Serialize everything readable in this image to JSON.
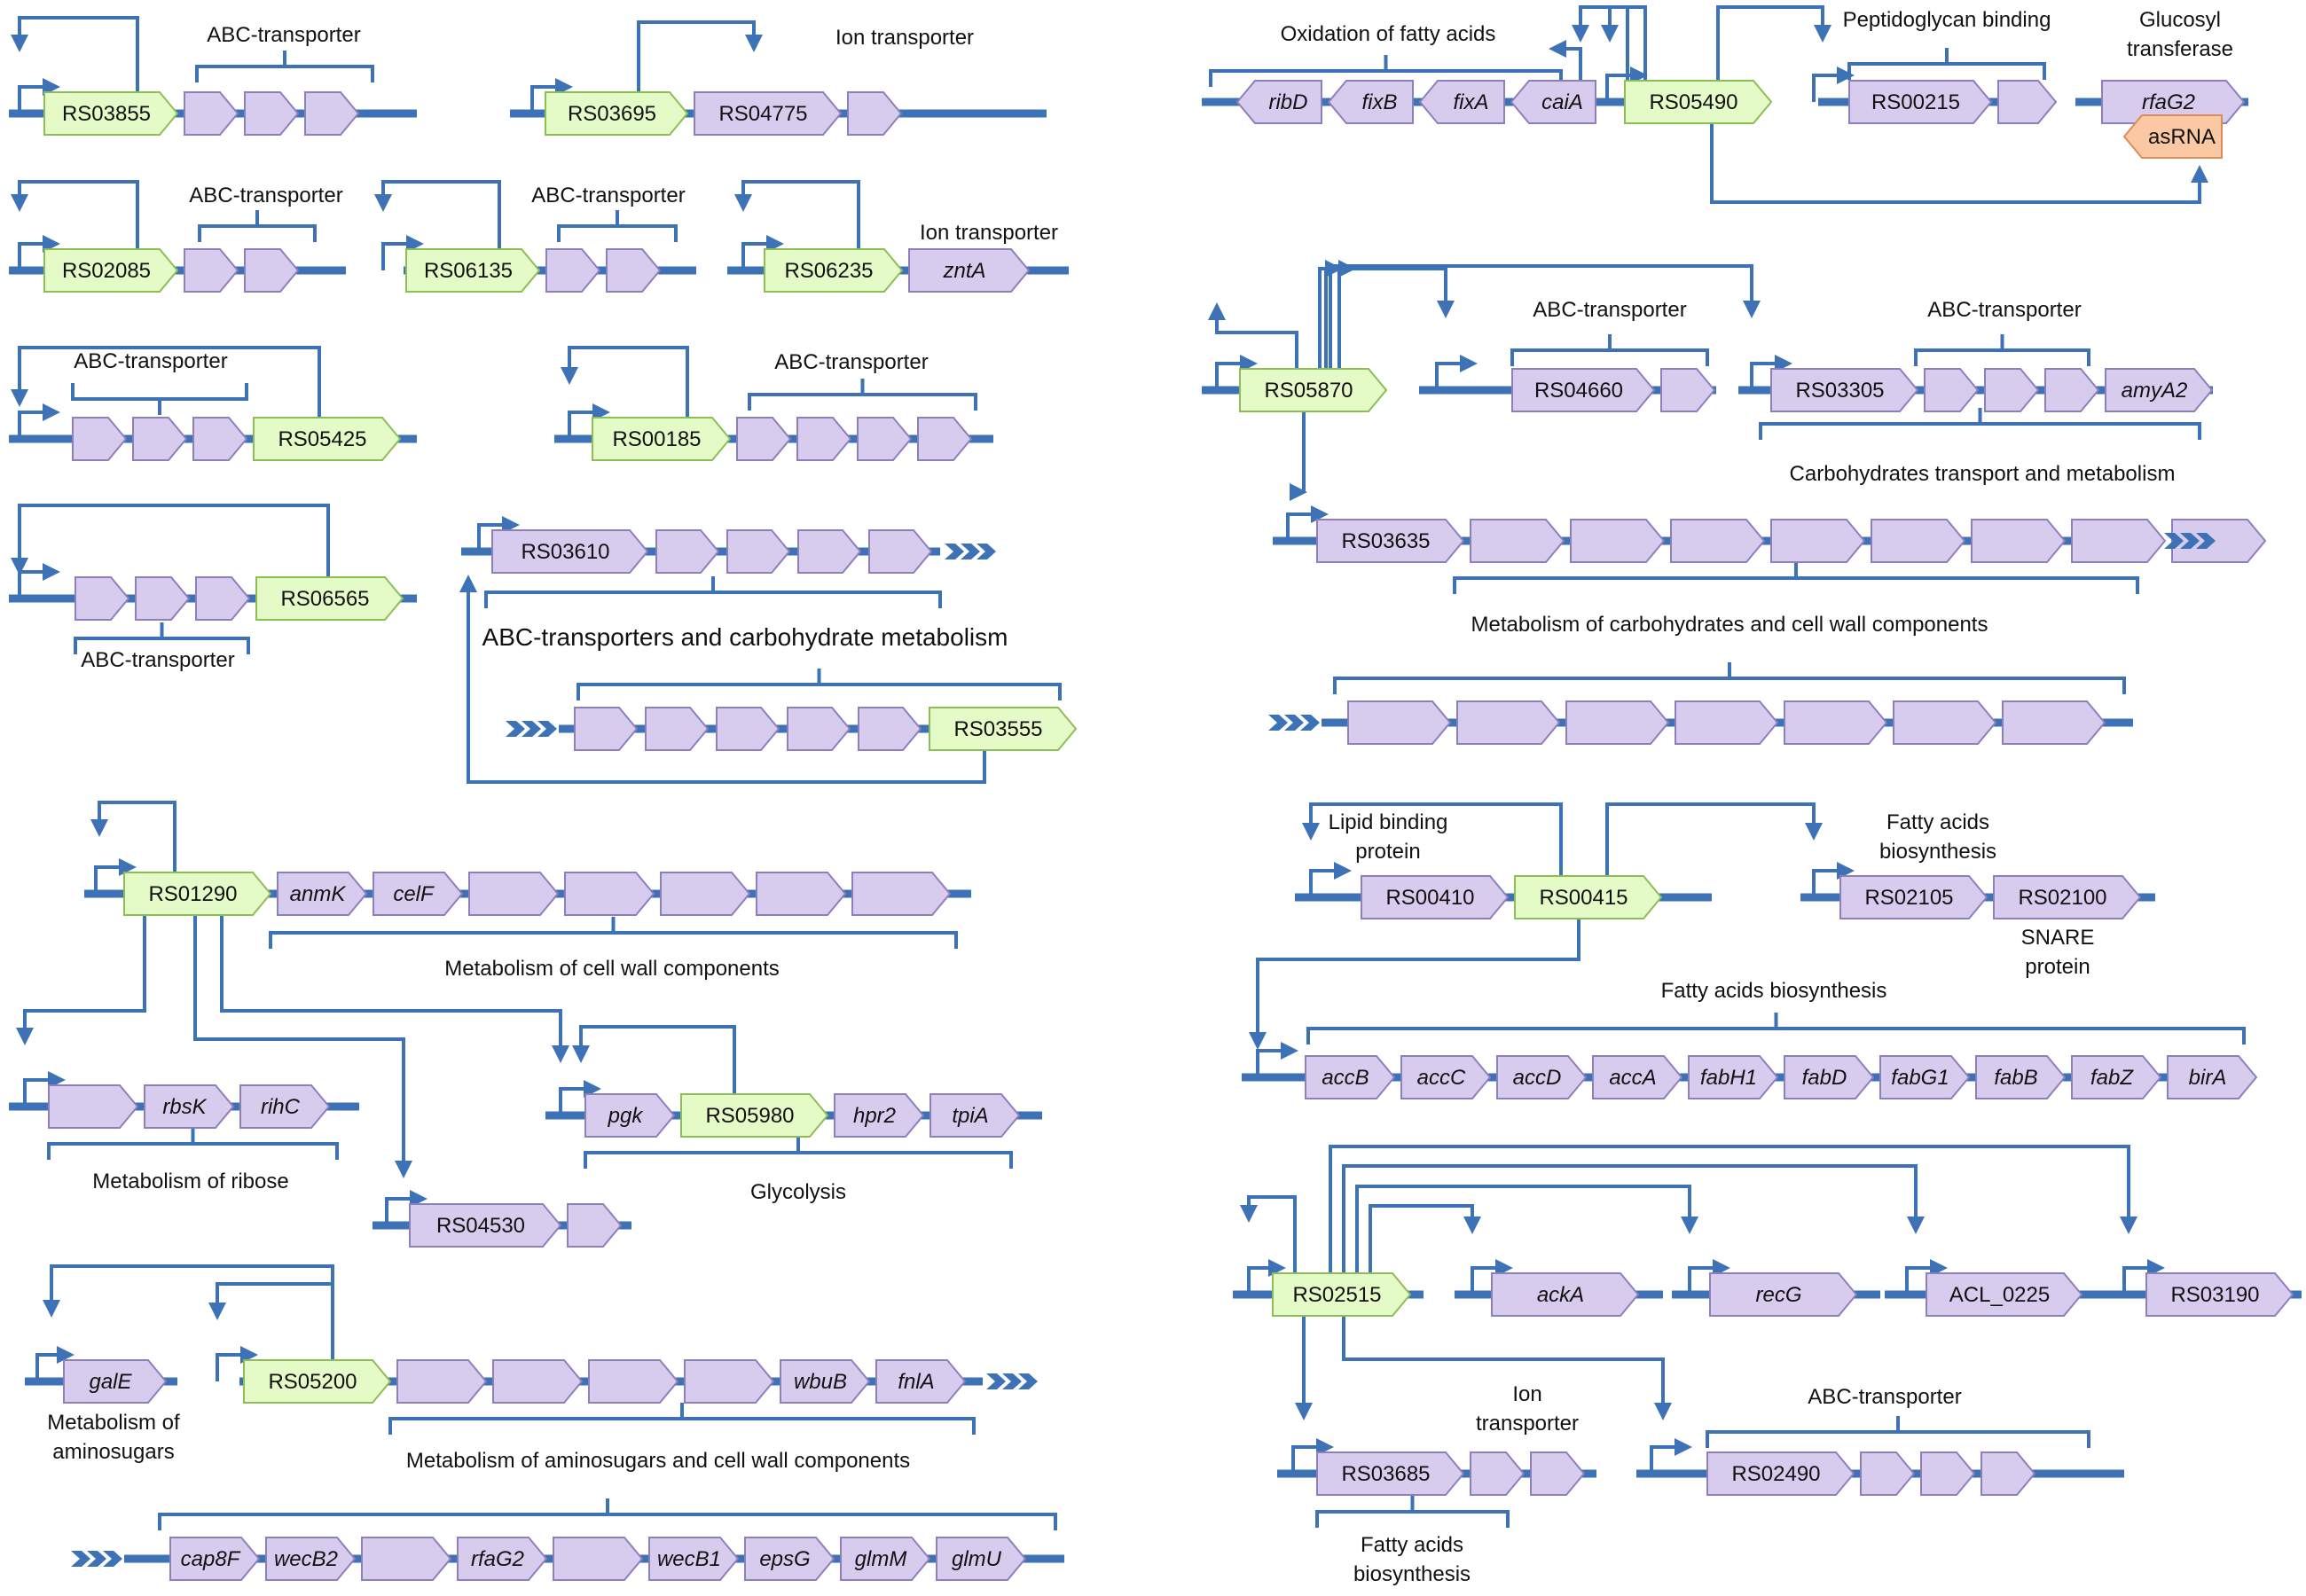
{
  "colors": {
    "line": "#3d72b6",
    "reg_fill": "#e5fbc7",
    "reg_stroke": "#8dbd55",
    "gene_fill": "#d7cbee",
    "gene_stroke": "#8d7fba",
    "rna_fill": "#fbc8a4",
    "rna_stroke": "#d98e57",
    "text": "#111111"
  },
  "modules": [
    {
      "id": "m-rs03855",
      "genes": [
        {
          "label": "RS03855",
          "type": "regulator"
        },
        {
          "label": "",
          "type": "gene"
        },
        {
          "label": "",
          "type": "gene"
        },
        {
          "label": "",
          "type": "gene"
        }
      ],
      "labels": [
        "ABC-transporter"
      ]
    },
    {
      "id": "m-rs03695",
      "genes": [
        {
          "label": "RS03695",
          "type": "regulator"
        },
        {
          "label": "RS04775",
          "type": "gene"
        },
        {
          "label": "",
          "type": "gene"
        }
      ],
      "labels": [
        "Ion transporter"
      ]
    },
    {
      "id": "m-rs02085",
      "genes": [
        {
          "label": "RS02085",
          "type": "regulator"
        },
        {
          "label": "",
          "type": "gene"
        },
        {
          "label": "",
          "type": "gene"
        }
      ],
      "labels": [
        "ABC-transporter"
      ]
    },
    {
      "id": "m-rs06135",
      "genes": [
        {
          "label": "RS06135",
          "type": "regulator"
        },
        {
          "label": "",
          "type": "gene"
        },
        {
          "label": "",
          "type": "gene"
        }
      ],
      "labels": [
        "ABC-transporter"
      ]
    },
    {
      "id": "m-rs06235",
      "genes": [
        {
          "label": "RS06235",
          "type": "regulator"
        },
        {
          "label": "zntA",
          "type": "gene"
        }
      ],
      "labels": [
        "Ion transporter"
      ]
    },
    {
      "id": "m-rs05425",
      "genes": [
        {
          "label": "",
          "type": "gene"
        },
        {
          "label": "",
          "type": "gene"
        },
        {
          "label": "",
          "type": "gene"
        },
        {
          "label": "RS05425",
          "type": "regulator"
        }
      ],
      "labels": [
        "ABC-transporter"
      ]
    },
    {
      "id": "m-rs00185",
      "genes": [
        {
          "label": "RS00185",
          "type": "regulator"
        },
        {
          "label": "",
          "type": "gene"
        },
        {
          "label": "",
          "type": "gene"
        },
        {
          "label": "",
          "type": "gene"
        },
        {
          "label": "",
          "type": "gene"
        }
      ],
      "labels": [
        "ABC-transporter"
      ]
    },
    {
      "id": "m-rs06565",
      "genes": [
        {
          "label": "",
          "type": "gene"
        },
        {
          "label": "",
          "type": "gene"
        },
        {
          "label": "",
          "type": "gene"
        },
        {
          "label": "RS06565",
          "type": "regulator"
        }
      ],
      "labels": [
        "ABC-transporter"
      ]
    },
    {
      "id": "m-rs03555",
      "genes": [
        {
          "label": "RS03610",
          "type": "gene"
        },
        {
          "label": "",
          "type": "gene"
        },
        {
          "label": "",
          "type": "gene"
        },
        {
          "label": "",
          "type": "gene"
        },
        {
          "label": "",
          "type": "gene"
        },
        {
          "label": "",
          "type": "gene"
        },
        {
          "label": "",
          "type": "gene"
        },
        {
          "label": "",
          "type": "gene"
        },
        {
          "label": "",
          "type": "gene"
        },
        {
          "label": "",
          "type": "gene"
        },
        {
          "label": "RS03555",
          "type": "regulator"
        }
      ],
      "labels": [
        "ABC-transporters and carbohydrate metabolism"
      ]
    },
    {
      "id": "m-rs01290",
      "genes": [
        {
          "label": "RS01290",
          "type": "regulator"
        },
        {
          "label": "anmK",
          "type": "gene"
        },
        {
          "label": "celF",
          "type": "gene"
        },
        {
          "label": "",
          "type": "gene"
        },
        {
          "label": "",
          "type": "gene"
        },
        {
          "label": "",
          "type": "gene"
        },
        {
          "label": "",
          "type": "gene"
        },
        {
          "label": "",
          "type": "gene"
        },
        {
          "label": "",
          "type": "gene"
        },
        {
          "label": "rbsK",
          "type": "gene"
        },
        {
          "label": "rihC",
          "type": "gene"
        },
        {
          "label": "RS04530",
          "type": "gene"
        },
        {
          "label": "",
          "type": "gene"
        },
        {
          "label": "pgk",
          "type": "gene"
        },
        {
          "label": "RS05980",
          "type": "regulator"
        },
        {
          "label": "hpr2",
          "type": "gene"
        },
        {
          "label": "tpiA",
          "type": "gene"
        }
      ],
      "labels": [
        "Metabolism of cell wall components",
        "Metabolism of ribose",
        "Glycolysis"
      ]
    },
    {
      "id": "m-rs05200",
      "genes": [
        {
          "label": "galE",
          "type": "gene"
        },
        {
          "label": "RS05200",
          "type": "regulator"
        },
        {
          "label": "",
          "type": "gene"
        },
        {
          "label": "",
          "type": "gene"
        },
        {
          "label": "",
          "type": "gene"
        },
        {
          "label": "",
          "type": "gene"
        },
        {
          "label": "wbuB",
          "type": "gene"
        },
        {
          "label": "fnlA",
          "type": "gene"
        },
        {
          "label": "cap8F",
          "type": "gene"
        },
        {
          "label": "wecB2",
          "type": "gene"
        },
        {
          "label": "",
          "type": "gene"
        },
        {
          "label": "rfaG2",
          "type": "gene"
        },
        {
          "label": "",
          "type": "gene"
        },
        {
          "label": "wecB1",
          "type": "gene"
        },
        {
          "label": "epsG",
          "type": "gene"
        },
        {
          "label": "glmM",
          "type": "gene"
        },
        {
          "label": "glmU",
          "type": "gene"
        }
      ],
      "labels": [
        "Metabolism of aminosugars",
        "Metabolism of aminosugars and cell wall components"
      ]
    },
    {
      "id": "m-rs05490",
      "genes": [
        {
          "label": "ribD",
          "type": "gene"
        },
        {
          "label": "fixB",
          "type": "gene"
        },
        {
          "label": "fixA",
          "type": "gene"
        },
        {
          "label": "caiA",
          "type": "gene"
        },
        {
          "label": "RS05490",
          "type": "regulator"
        },
        {
          "label": "RS00215",
          "type": "gene"
        },
        {
          "label": "",
          "type": "gene"
        },
        {
          "label": "rfaG2",
          "type": "gene"
        },
        {
          "label": "asRNA",
          "type": "rna"
        }
      ],
      "labels": [
        "Oxidation of fatty acids",
        "Peptidoglycan binding",
        "Glucosyl transferase"
      ]
    },
    {
      "id": "m-rs05870",
      "genes": [
        {
          "label": "RS05870",
          "type": "regulator"
        },
        {
          "label": "RS04660",
          "type": "gene"
        },
        {
          "label": "",
          "type": "gene"
        },
        {
          "label": "RS03305",
          "type": "gene"
        },
        {
          "label": "",
          "type": "gene"
        },
        {
          "label": "",
          "type": "gene"
        },
        {
          "label": "",
          "type": "gene"
        },
        {
          "label": "amyA2",
          "type": "gene"
        },
        {
          "label": "RS03635",
          "type": "gene"
        },
        {
          "label": "",
          "type": "gene"
        },
        {
          "label": "",
          "type": "gene"
        },
        {
          "label": "",
          "type": "gene"
        },
        {
          "label": "",
          "type": "gene"
        },
        {
          "label": "",
          "type": "gene"
        },
        {
          "label": "",
          "type": "gene"
        },
        {
          "label": "",
          "type": "gene"
        },
        {
          "label": "",
          "type": "gene"
        },
        {
          "label": "",
          "type": "gene"
        },
        {
          "label": "",
          "type": "gene"
        },
        {
          "label": "",
          "type": "gene"
        },
        {
          "label": "",
          "type": "gene"
        },
        {
          "label": "",
          "type": "gene"
        },
        {
          "label": "",
          "type": "gene"
        },
        {
          "label": "",
          "type": "gene"
        }
      ],
      "labels": [
        "ABC-transporter",
        "ABC-transporter",
        "Carbohydrates transport and metabolism",
        "Metabolism of carbohydrates and cell wall components"
      ]
    },
    {
      "id": "m-rs00415",
      "genes": [
        {
          "label": "RS00410",
          "type": "gene"
        },
        {
          "label": "RS00415",
          "type": "regulator"
        },
        {
          "label": "RS02105",
          "type": "gene"
        },
        {
          "label": "RS02100",
          "type": "gene"
        },
        {
          "label": "accB",
          "type": "gene"
        },
        {
          "label": "accC",
          "type": "gene"
        },
        {
          "label": "accD",
          "type": "gene"
        },
        {
          "label": "accA",
          "type": "gene"
        },
        {
          "label": "fabH1",
          "type": "gene"
        },
        {
          "label": "fabD",
          "type": "gene"
        },
        {
          "label": "fabG1",
          "type": "gene"
        },
        {
          "label": "fabB",
          "type": "gene"
        },
        {
          "label": "fabZ",
          "type": "gene"
        },
        {
          "label": "birA",
          "type": "gene"
        }
      ],
      "labels": [
        "Lipid binding protein",
        "Fatty acids biosynthesis",
        "SNARE protein",
        "Fatty acids biosynthesis"
      ]
    },
    {
      "id": "m-rs02515",
      "genes": [
        {
          "label": "RS02515",
          "type": "regulator"
        },
        {
          "label": "ackA",
          "type": "gene"
        },
        {
          "label": "recG",
          "type": "gene"
        },
        {
          "label": "ACL_0225",
          "type": "gene"
        },
        {
          "label": "RS03190",
          "type": "gene"
        },
        {
          "label": "RS03685",
          "type": "gene"
        },
        {
          "label": "",
          "type": "gene"
        },
        {
          "label": "",
          "type": "gene"
        },
        {
          "label": "RS02490",
          "type": "gene"
        },
        {
          "label": "",
          "type": "gene"
        },
        {
          "label": "",
          "type": "gene"
        },
        {
          "label": "",
          "type": "gene"
        }
      ],
      "labels": [
        "Ion transporter",
        "ABC-transporter",
        "Fatty acids biosynthesis"
      ]
    }
  ]
}
